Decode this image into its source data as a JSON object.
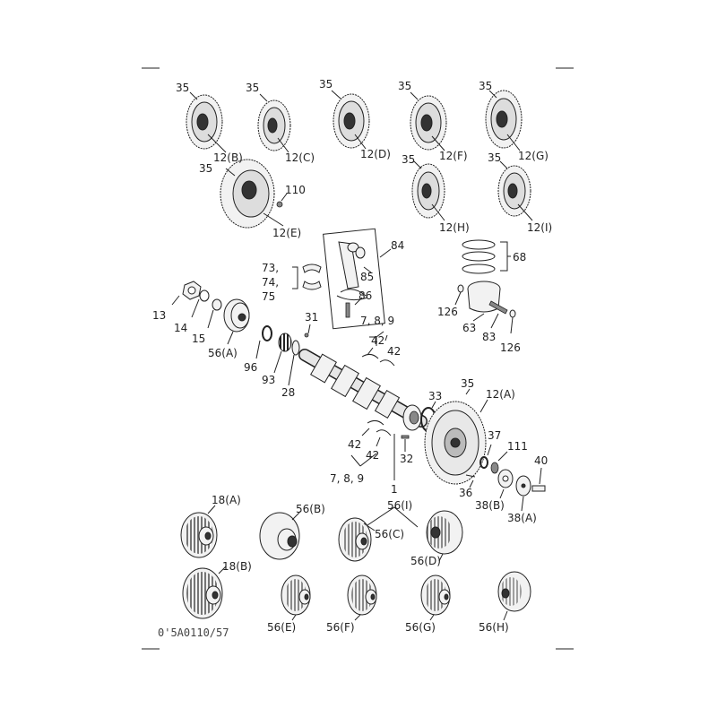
{
  "diagram": {
    "document_code": "0'5A0110/57",
    "labels": {
      "l35a": "35",
      "l12b": "12(B)",
      "l35b": "35",
      "l12c": "12(C)",
      "l35c": "35",
      "l12d": "12(D)",
      "l35d": "35",
      "l12f": "12(F)",
      "l35e": "35",
      "l12g": "12(G)",
      "l35f": "35",
      "l12e": "12(E)",
      "l110": "110",
      "l35g": "35",
      "l12h": "12(H)",
      "l35h": "35",
      "l12i": "12(I)",
      "l84": "84",
      "l85": "85",
      "l86": "86",
      "l73": "73,",
      "l74": "74,",
      "l75": "75",
      "l68": "68",
      "l126a": "126",
      "l63": "63",
      "l83": "83",
      "l126b": "126",
      "l13": "13",
      "l14": "14",
      "l15": "15",
      "l56a": "56(A)",
      "l31": "31",
      "l96": "96",
      "l93": "93",
      "l28": "28",
      "l789a": "7, 8, 9",
      "l42a": "42",
      "l42b": "42",
      "l33": "33",
      "l35i": "35",
      "l12a": "12(A)",
      "l42c": "42",
      "l42d": "42",
      "l789b": "7, 8, 9",
      "l32": "32",
      "l1": "1",
      "l37": "37",
      "l111": "111",
      "l40": "40",
      "l36": "36",
      "l38b": "38(B)",
      "l38a": "38(A)",
      "l18a": "18(A)",
      "l56b": "56(B)",
      "l56i": "56(I)",
      "l56c": "56(C)",
      "l56d": "56(D)",
      "l18b": "18(B)",
      "l56e": "56(E)",
      "l56f": "56(F)",
      "l56g": "56(G)",
      "l56h": "56(H)"
    }
  }
}
